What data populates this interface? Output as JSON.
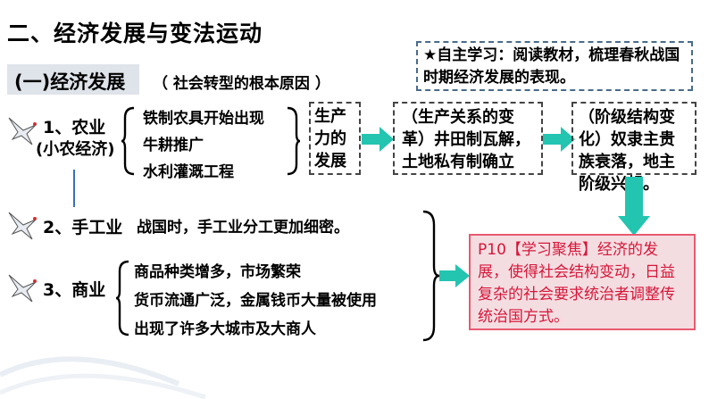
{
  "title": "二、经济发展与变法运动",
  "subtitle": "(一)经济发展",
  "subtitle_note": "（ 社会转型的根本原因 ）",
  "task": "★自主学习：阅读教材，梳理春秋战国时期经济发展的表现。",
  "agriculture": {
    "label": "1、农业",
    "sublabel": "(小农经济)",
    "points": [
      "铁制农具开始出现",
      "牛耕推广",
      "水利灌溉工程"
    ]
  },
  "flow": {
    "box1": "生产力的发展",
    "box2": "（生产关系的变革）井田制瓦解，土地私有制确立",
    "box3": "（阶级结构变化）奴隶主贵族衰落，地主阶级兴起。"
  },
  "handicraft": {
    "label": "2、手工业",
    "text": "战国时，手工业分工更加细密。"
  },
  "commerce": {
    "label": "3、商业",
    "points": [
      "商品种类增多，市场繁荣",
      "货币流通广泛，金属钱币大量被使用",
      "出现了许多大城市及大商人"
    ]
  },
  "focus": "P10【学习聚焦】经济的发展，使得社会结构变动，日益复杂的社会要求统治者调整传统治国方式。",
  "colors": {
    "teal": "#23c4b0",
    "focus_text": "#d6173a",
    "focus_bg": "#f4dde1",
    "focus_border": "#e85a72",
    "blue_line": "#3a6fb5"
  },
  "icons": [
    "crane-icon"
  ]
}
